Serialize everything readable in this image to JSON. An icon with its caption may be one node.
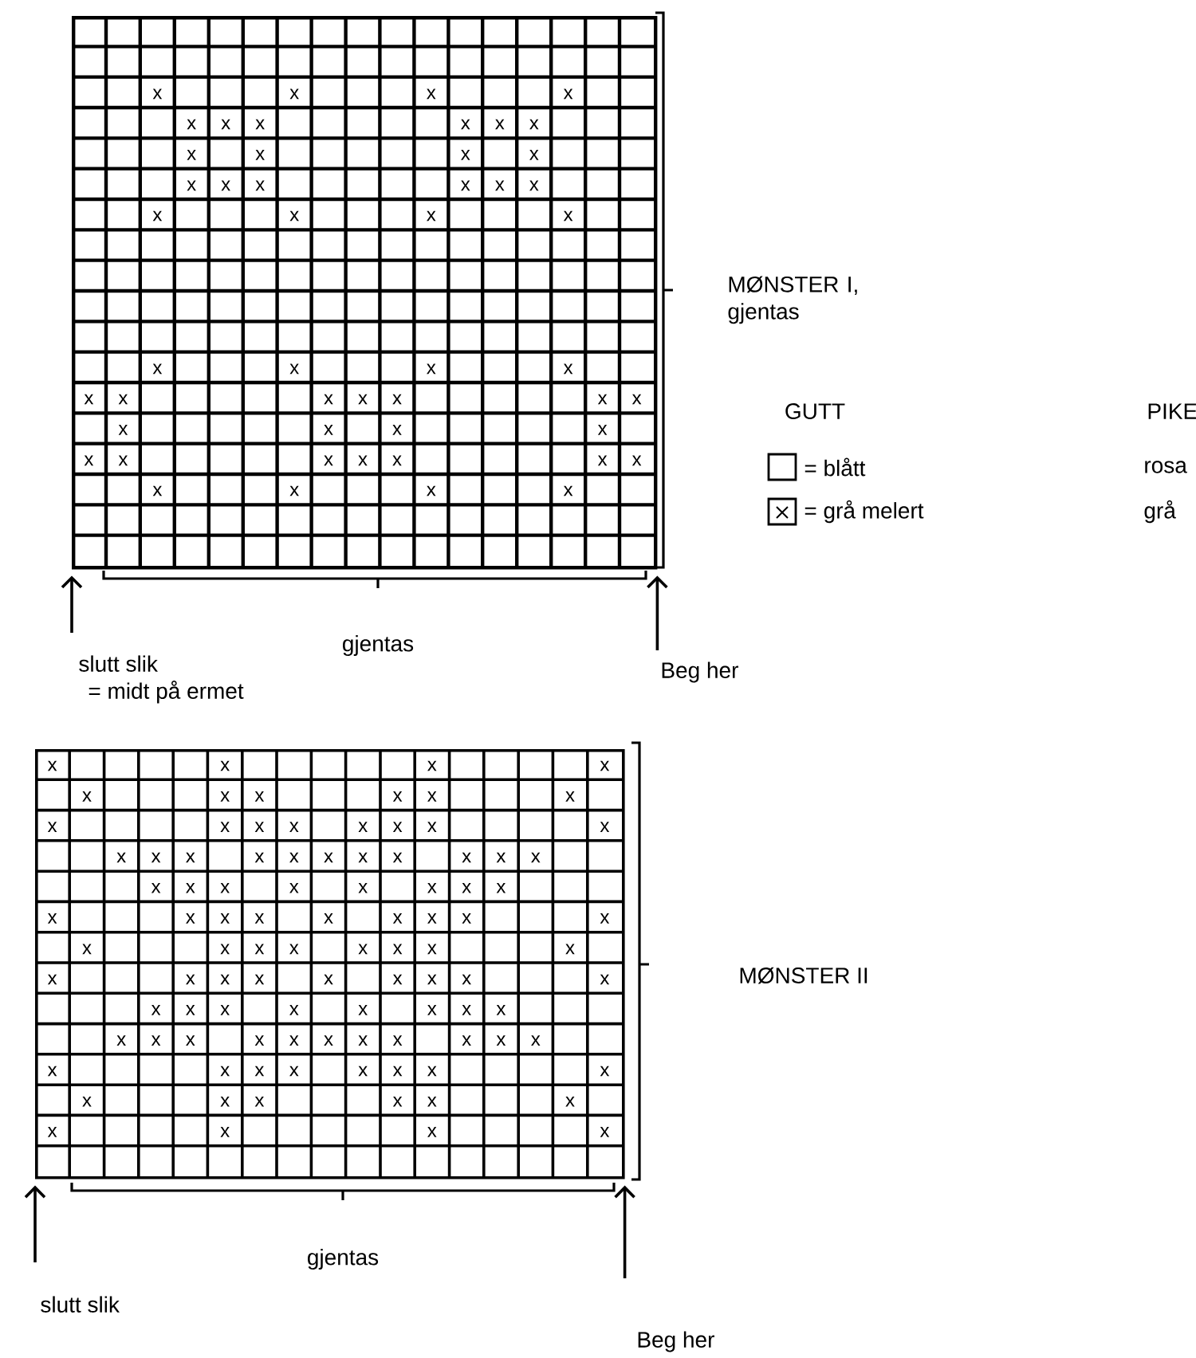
{
  "diagram": {
    "nodes": [
      {
        "text": [],
        "shape": "grid"
      },
      {
        "text": [
          "slutt slik",
          "= midt på ermet"
        ]
      },
      {
        "text": [
          "Beg her"
        ]
      },
      {
        "text": [],
        "shape": "grid"
      },
      {
        "text": [
          "slutt slik"
        ]
      },
      {
        "text": [
          "Beg her"
        ]
      }
    ],
    "edges": [
      {
        "from": 1,
        "to": 0,
        "arrow": "to"
      },
      {
        "from": 2,
        "to": 0,
        "arrow": "to"
      },
      {
        "from": 4,
        "to": 3,
        "arrow": "to"
      },
      {
        "from": 5,
        "to": 3,
        "arrow": "to"
      }
    ],
    "labels": [
      "x",
      "x",
      "x",
      "x",
      "x",
      "x",
      "x",
      "x",
      "x",
      "x",
      "x",
      "x",
      "x",
      "x",
      "x",
      "x",
      "x",
      "x",
      "x",
      "x",
      "x",
      "x",
      "x",
      "x",
      "x",
      "x",
      "x",
      "x",
      "x",
      "x",
      "x",
      "x",
      "x",
      "x",
      "x",
      "x",
      "x",
      "x",
      "x",
      "x",
      "x",
      "x",
      "x",
      "x",
      "x",
      "x",
      "x",
      "x",
      "x",
      "x",
      "MØNSTER I, gjentas",
      "GUTT",
      "PIKE",
      "rosa",
      "grå",
      "gjentas",
      "x",
      "x",
      "x",
      "x",
      "x",
      "x",
      "x",
      "x",
      "x",
      "x",
      "x",
      "x",
      "x",
      "x",
      "x",
      "x",
      "x",
      "x",
      "x",
      "x",
      "x",
      "x",
      "x",
      "x",
      "x",
      "x",
      "x",
      "x",
      "x",
      "x",
      "x",
      "x",
      "x",
      "x",
      "x",
      "x",
      "x",
      "x",
      "x",
      "x",
      "x",
      "x",
      "x",
      "x",
      "x",
      "x",
      "x",
      "x",
      "x",
      "x",
      "x",
      "x",
      "x",
      "x",
      "x",
      "x",
      "x",
      "x",
      "x",
      "x",
      "x",
      "x",
      "x",
      "x",
      "x",
      "x",
      "x",
      "x",
      "x",
      "x",
      "x",
      "x",
      "x",
      "x",
      "x",
      "x",
      "x",
      "x",
      "x",
      "x",
      "x",
      "x",
      "x",
      "x",
      "x",
      "x",
      "x",
      "x",
      "x",
      "x",
      "x",
      "x",
      "x",
      "x",
      "x",
      "x",
      "x",
      "x",
      "x",
      "x",
      "MØNSTER II",
      "gjentas"
    ],
    "legend": [
      {
        "text": "= blått"
      },
      {
        "text": "= grå melert"
      }
    ]
  }
}
